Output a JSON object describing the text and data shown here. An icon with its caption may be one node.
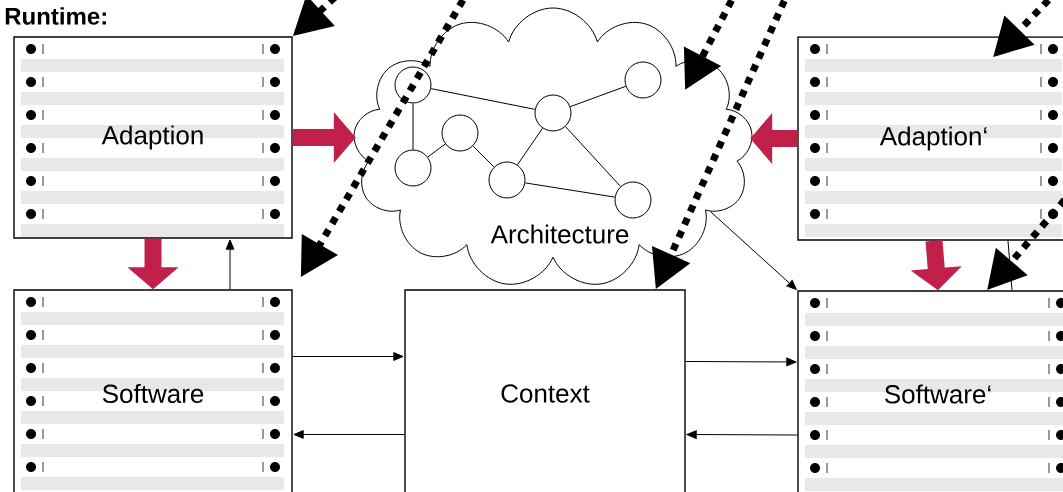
{
  "diagram": {
    "title": "Runtime:",
    "nodes": [
      {
        "text": [
          "Adaption"
        ]
      },
      {
        "text": [
          "Architecture"
        ]
      },
      {
        "text": [
          "Adaption‘"
        ]
      },
      {
        "text": [
          "Software"
        ]
      },
      {
        "text": [
          "Context"
        ]
      },
      {
        "text": [
          "Software‘"
        ]
      },
      {
        "text": [],
        "shape": "circle",
        "in": 1
      },
      {
        "text": [],
        "shape": "circle",
        "in": 1
      },
      {
        "text": [],
        "shape": "circle",
        "in": 1
      },
      {
        "text": [],
        "shape": "circle",
        "in": 1
      },
      {
        "text": [],
        "shape": "circle",
        "in": 1
      },
      {
        "text": [],
        "shape": "circle",
        "in": 1
      },
      {
        "text": [],
        "shape": "circle",
        "in": 1
      }
    ],
    "edges": [
      {
        "from": 0,
        "to": 1,
        "arrow": "to",
        "style": "thick",
        "color": "#c0204a"
      },
      {
        "from": 2,
        "to": 1,
        "arrow": "to",
        "style": "thick",
        "color": "#c0204a"
      },
      {
        "from": 0,
        "to": 3,
        "arrow": "to",
        "style": "thick",
        "color": "#c0204a"
      },
      {
        "from": 2,
        "to": 5,
        "arrow": "to",
        "style": "thick",
        "color": "#c0204a"
      },
      {
        "from": 3,
        "to": 0,
        "arrow": "to"
      },
      {
        "from": 5,
        "to": 2,
        "arrow": "none"
      },
      {
        "from": 3,
        "to": 4,
        "arrow": "to"
      },
      {
        "from": 4,
        "to": 3,
        "arrow": "to"
      },
      {
        "from": 4,
        "to": 5,
        "arrow": "to"
      },
      {
        "from": 5,
        "to": 4,
        "arrow": "to"
      },
      {
        "from": 1,
        "to": 5,
        "arrow": "to"
      },
      {
        "from": null,
        "to": 0,
        "arrow": "to",
        "style": "dashed"
      },
      {
        "from": null,
        "to": 3,
        "arrow": "to",
        "style": "dashed"
      },
      {
        "from": null,
        "to": 1,
        "arrow": "to",
        "style": "dashed"
      },
      {
        "from": null,
        "to": 4,
        "arrow": "to",
        "style": "dashed"
      },
      {
        "from": null,
        "to": 2,
        "arrow": "to",
        "style": "dashed"
      },
      {
        "from": null,
        "to": 5,
        "arrow": "to",
        "style": "dashed"
      },
      {
        "from": 6,
        "to": 10,
        "arrow": "none"
      },
      {
        "from": 6,
        "to": 8,
        "arrow": "none"
      },
      {
        "from": 8,
        "to": 7,
        "arrow": "none"
      },
      {
        "from": 7,
        "to": 9,
        "arrow": "none"
      },
      {
        "from": 9,
        "to": 10,
        "arrow": "none"
      },
      {
        "from": 10,
        "to": 11,
        "arrow": "none"
      },
      {
        "from": 10,
        "to": 12,
        "arrow": "none"
      },
      {
        "from": 9,
        "to": 12,
        "arrow": "none"
      }
    ]
  }
}
